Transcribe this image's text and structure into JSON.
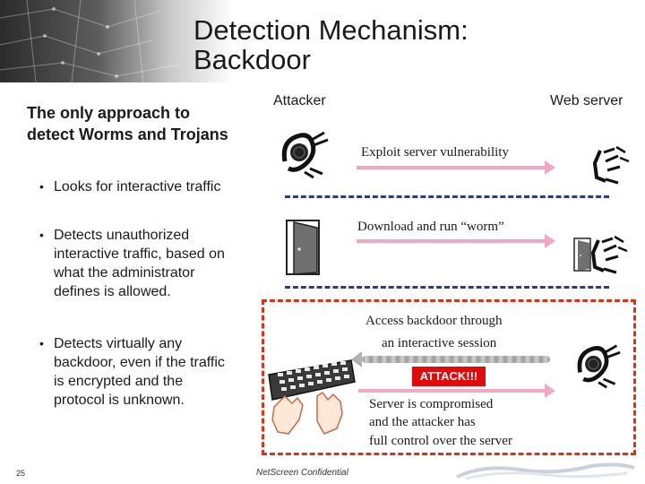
{
  "slide": {
    "title_line1": "Detection Mechanism:",
    "title_line2": "Backdoor",
    "intro": "The only approach to detect Worms and Trojans",
    "bullets": [
      "Looks for interactive traffic",
      "Detects unauthorized interactive traffic, based on what the administrator defines is allowed.",
      "Detects virtually any backdoor, even if the traffic is encrypted and the protocol is unknown."
    ],
    "bullet_glyph": "•"
  },
  "diagram": {
    "attacker_label": "Attacker",
    "server_label": "Web server",
    "step1": "Exploit server vulnerability",
    "step2": "Download and run “worm”",
    "step3_line1": "Access backdoor through",
    "step3_line2": "an interactive session",
    "attack_badge": "ATTACK!!!",
    "step4_line1": "Server is compromised",
    "step4_line2": "and the attacker has",
    "step4_line3": "full control over the server"
  },
  "footer": {
    "page_number": "25",
    "confidential": "NetScreen Confidential"
  },
  "icons": [
    "trojan-icon",
    "door-icon",
    "keyboard-illustration",
    "hand-icon"
  ],
  "colors": {
    "arrow": "#f0a6c4",
    "separator": "#2b3a8f",
    "attack_box": "#d6331a",
    "attack_badge": "#e10b0b"
  }
}
